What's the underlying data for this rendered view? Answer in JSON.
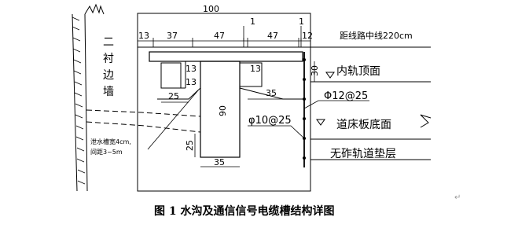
{
  "dimensions_top": {
    "overall": "100",
    "d13_left": "13",
    "d37": "37",
    "d47_a": "47",
    "mark1_a": "1",
    "d47_b": "47",
    "mark1_b": "1",
    "d12": "12"
  },
  "dimensions_other": {
    "d13_slab_a": "13",
    "d13_slab_b": "13",
    "d13_slab_c": "13",
    "d25_left": "25",
    "d35_right": "35",
    "d90": "90",
    "d25_vertical": "25",
    "d35_bottom": "35",
    "d30": "30"
  },
  "labels": {
    "lining_wall": [
      "二",
      "衬",
      "边",
      "墙"
    ],
    "track_center": "距线路中线220cm",
    "rail_top": "内轨顶面",
    "rebar_12": "Φ12@25",
    "rebar_10": "φ10@25",
    "bed_bottom": "道床板底面",
    "ballastless": "无砟轨道垫层",
    "drain_note_1": "泄水槽宽4cm,",
    "drain_note_2": "间距3~5m"
  },
  "caption": "图 1 水沟及通信信号电缆槽结构详图",
  "return_mark": "↵"
}
